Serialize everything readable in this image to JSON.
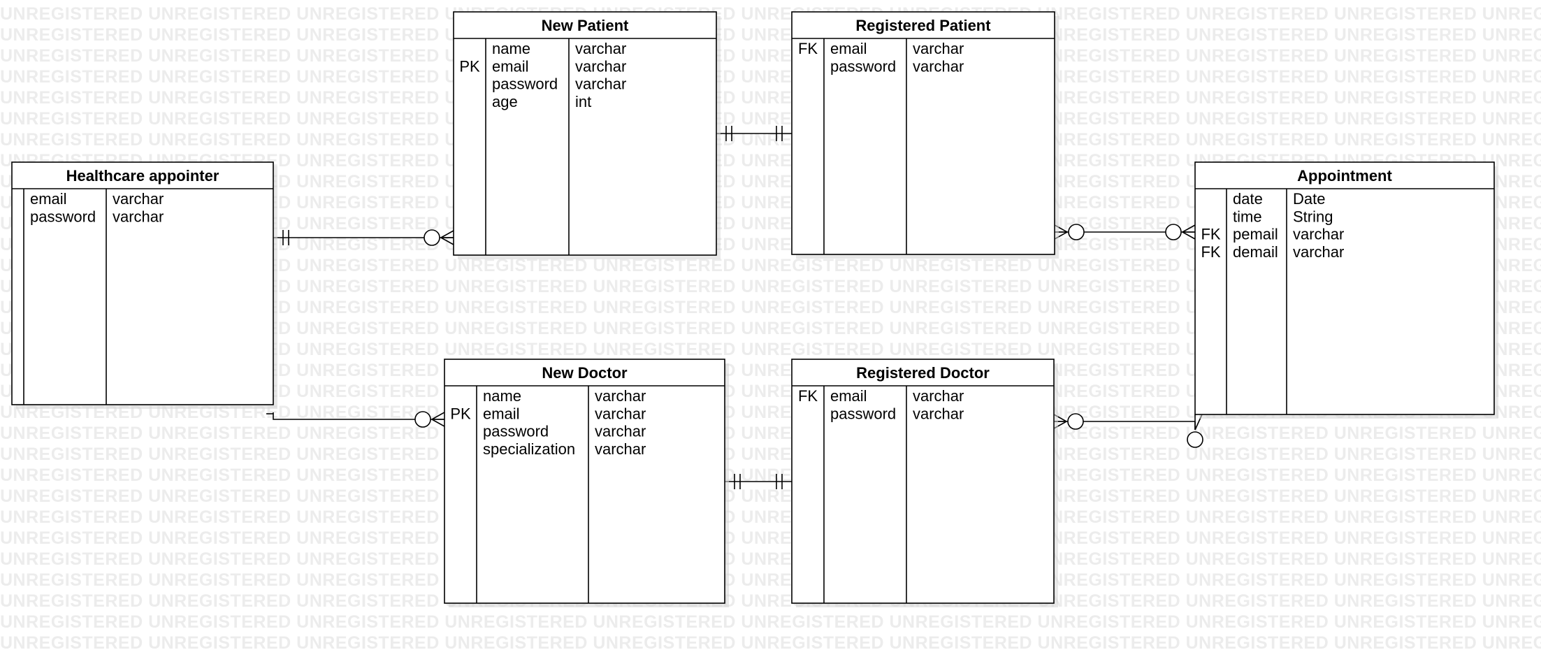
{
  "watermark": "UNREGISTERED",
  "entities": [
    {
      "id": "new-patient",
      "title": "New Patient",
      "keys": [
        "",
        "PK",
        "",
        ""
      ],
      "fields": [
        "name",
        "email",
        "password",
        "age"
      ],
      "types": [
        "varchar",
        "varchar",
        "varchar",
        "int"
      ]
    },
    {
      "id": "registered-patient",
      "title": "Registered Patient",
      "keys": [
        "FK",
        ""
      ],
      "fields": [
        "email",
        "password"
      ],
      "types": [
        "varchar",
        "varchar"
      ]
    },
    {
      "id": "healthcare-appointer",
      "title": "Healthcare appointer",
      "keys": [
        "",
        ""
      ],
      "fields": [
        "email",
        "password"
      ],
      "types": [
        "varchar",
        "varchar"
      ]
    },
    {
      "id": "appointment",
      "title": "Appointment",
      "keys": [
        "",
        "",
        "FK",
        "FK"
      ],
      "fields": [
        "date",
        "time",
        "pemail",
        "demail"
      ],
      "types": [
        "Date",
        "String",
        "varchar",
        "varchar"
      ]
    },
    {
      "id": "new-doctor",
      "title": "New Doctor",
      "keys": [
        "",
        "PK",
        "",
        ""
      ],
      "fields": [
        "name",
        "email",
        "password",
        "specialization"
      ],
      "types": [
        "varchar",
        "varchar",
        "varchar",
        "varchar"
      ]
    },
    {
      "id": "registered-doctor",
      "title": "Registered Doctor",
      "keys": [
        "FK",
        ""
      ],
      "fields": [
        "email",
        "password"
      ],
      "types": [
        "varchar",
        "varchar"
      ]
    }
  ],
  "relationships": [
    {
      "id": "new-patient-registered-patient",
      "from": "new-patient",
      "to": "registered-patient",
      "from_end": "one-and-only-one",
      "to_end": "one-and-only-one"
    },
    {
      "id": "healthcare-appointer-new-patient",
      "from": "healthcare-appointer",
      "to": "new-patient",
      "from_end": "one-and-only-one",
      "to_end": "zero-or-many"
    },
    {
      "id": "registered-patient-appointment",
      "from": "registered-patient",
      "to": "appointment",
      "from_end": "zero-or-many",
      "to_end": "zero-or-many"
    },
    {
      "id": "healthcare-appointer-new-doctor",
      "from": "healthcare-appointer",
      "to": "new-doctor",
      "from_end": "one",
      "to_end": "zero-or-many"
    },
    {
      "id": "new-doctor-registered-doctor",
      "from": "new-doctor",
      "to": "registered-doctor",
      "from_end": "one-and-only-one",
      "to_end": "one-and-only-one"
    },
    {
      "id": "registered-doctor-appointment",
      "from": "registered-doctor",
      "to": "appointment",
      "from_end": "zero-or-many",
      "to_end": "zero-or-many"
    }
  ]
}
